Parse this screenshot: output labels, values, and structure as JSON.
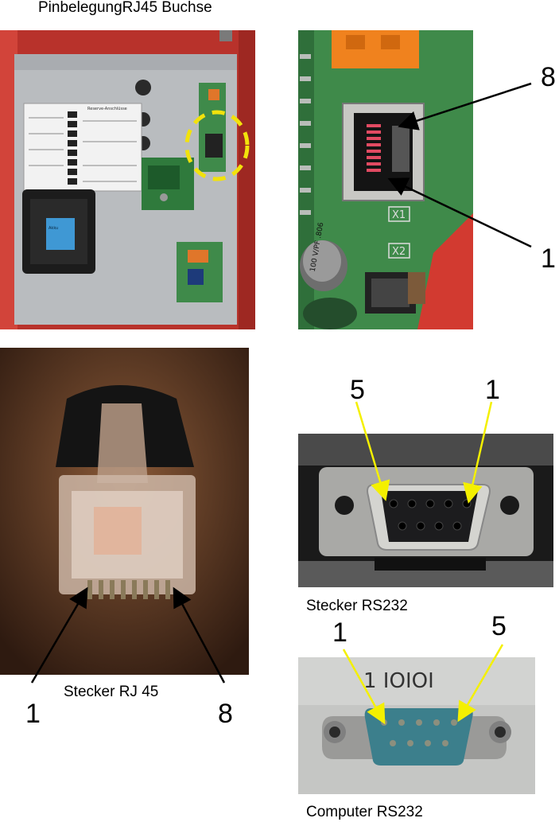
{
  "page_title": "PinbelegungRJ45 Buchse",
  "panel_photo": {
    "label_card_title": "Reserve-Anschlüsse",
    "black_box_label": "Akku"
  },
  "rj45_socket": {
    "pin_top": "8",
    "pin_bottom": "1",
    "board_labels": [
      "X1",
      "X2"
    ],
    "capacitor_label": "100 V/PF\n.806"
  },
  "rj45_plug": {
    "caption": "Stecker RJ 45",
    "pin_left": "1",
    "pin_right": "8"
  },
  "rs232_plug": {
    "caption": "Stecker RS232",
    "pin_left": "5",
    "pin_right": "1"
  },
  "rs232_computer": {
    "caption": "Computer RS232",
    "pin_left": "1",
    "pin_right": "5",
    "port_label": "1 IOIOI"
  },
  "colors": {
    "arrow_black": "#000000",
    "arrow_yellow": "#f4f000",
    "cabinet_red": "#c0302a",
    "pcb_green": "#3f8a4a",
    "highlight_circle": "#f2e20c"
  }
}
